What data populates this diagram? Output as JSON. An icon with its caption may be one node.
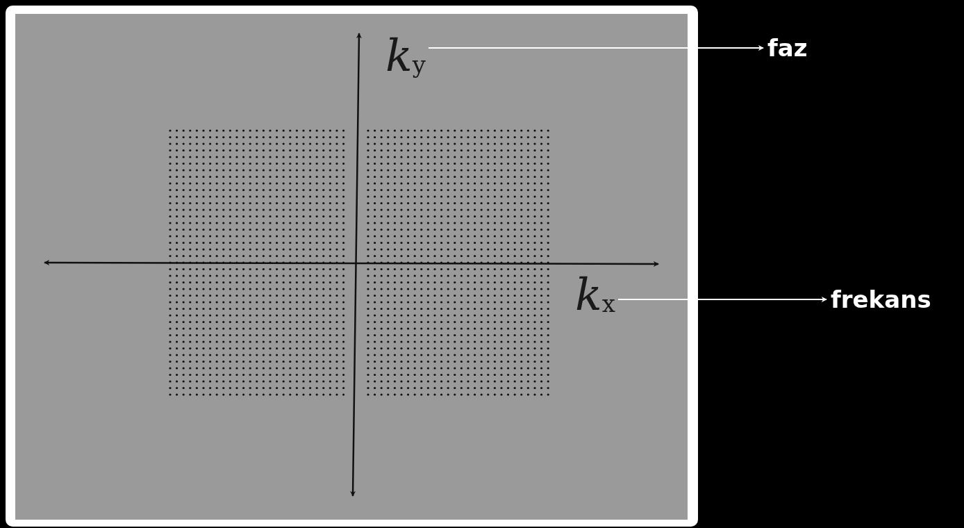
{
  "diagram": {
    "nodes": [
      {
        "text": [
          "*k*$_{y}$"
        ]
      },
      {
        "text": [
          "faz"
        ]
      },
      {
        "text": [
          "*k*$_{x}$"
        ]
      },
      {
        "text": [
          "frekans"
        ]
      }
    ],
    "edges": [
      {
        "from": 0,
        "to": 1,
        "arrow": "to"
      },
      {
        "from": 2,
        "to": 3,
        "arrow": "to"
      }
    ]
  }
}
